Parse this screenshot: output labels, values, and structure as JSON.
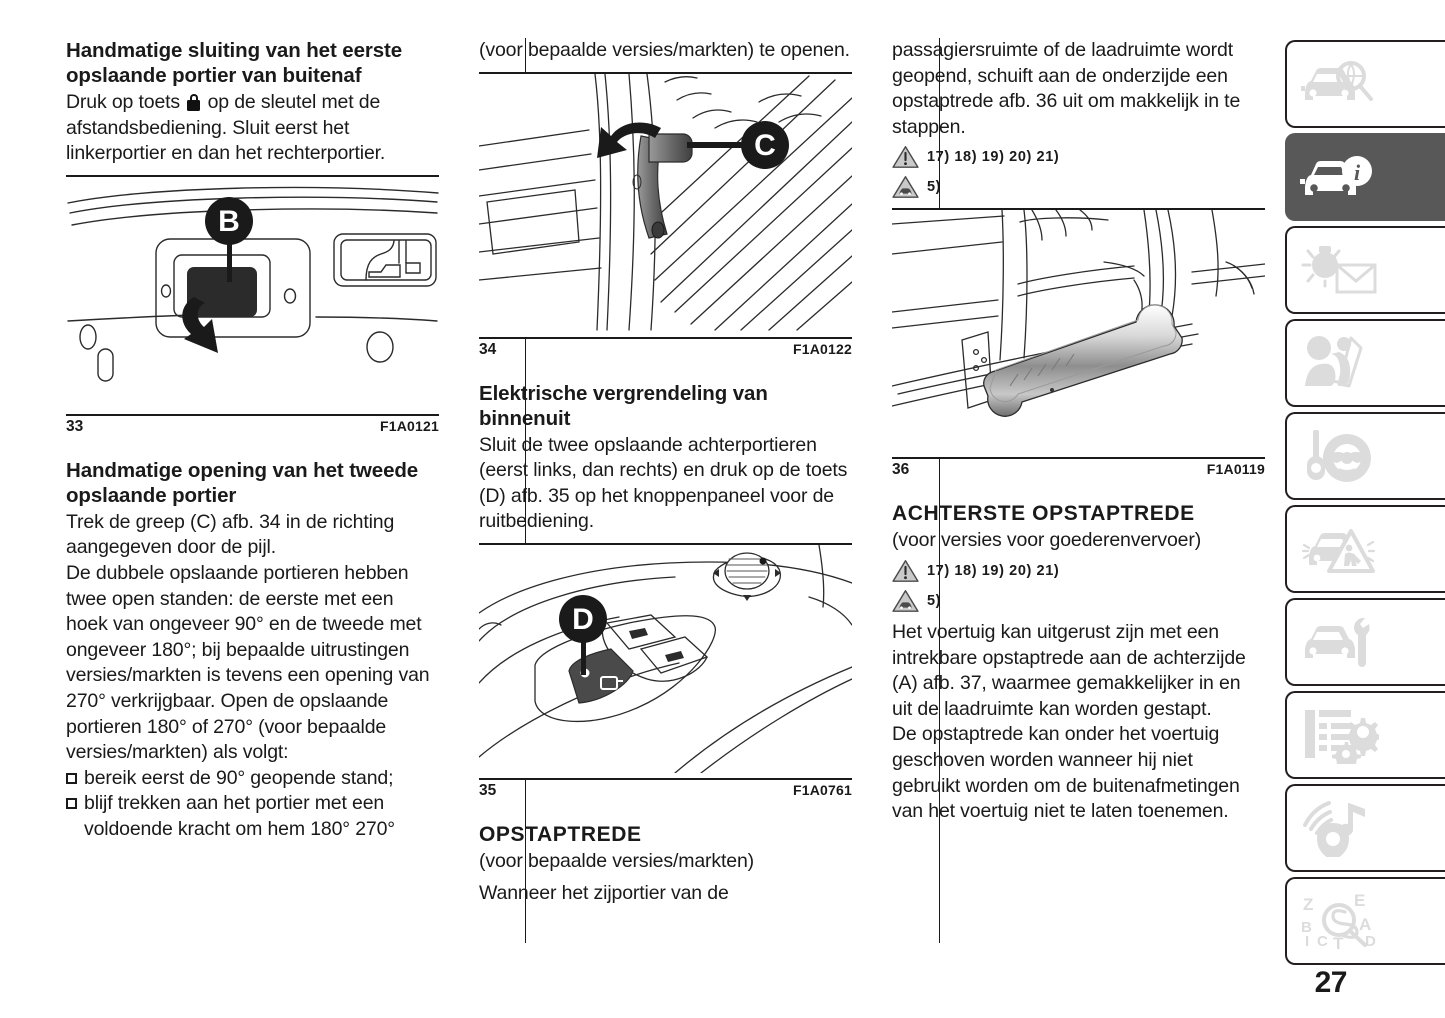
{
  "page": {
    "number": "27"
  },
  "columns": {
    "left": {
      "heading1": "Handmatige sluiting van het eerste opslaande portier van buitenaf",
      "para1_before_icon": "Druk op toets ",
      "lock_icon": "lock-icon",
      "para1_after_icon": " op de sleutel met de afstandsbediening. Sluit eerst het linkerportier en dan het rechterportier.",
      "figure33": {
        "number": "33",
        "code": "F1A0121",
        "callout": "B"
      },
      "heading2": "Handmatige opening van het tweede opslaande portier",
      "para2": "Trek de greep (C) afb. 34 in de richting aangegeven door de pijl.",
      "para3": "De dubbele opslaande portieren hebben twee open standen: de eerste met een hoek van ongeveer 90° en de tweede met ongeveer 180°; bij bepaalde uitrustingen versies/markten is tevens een opening van 270° verkrijgbaar. Open de opslaande portieren 180° of 270° (voor bepaalde versies/markten) als volgt:",
      "bullets": [
        "bereik eerst de 90° geopende stand;",
        "blijf trekken aan het portier met een voldoende kracht om hem 180° 270°"
      ]
    },
    "middle": {
      "para1": "(voor bepaalde versies/markten) te openen.",
      "figure34": {
        "number": "34",
        "code": "F1A0122",
        "callout": "C"
      },
      "heading1": "Elektrische vergrendeling van binnenuit",
      "para2": "Sluit de twee opslaande achterportieren (eerst links, dan rechts) en druk op de toets (D) afb. 35 op het knoppenpaneel voor de ruitbediening.",
      "figure35": {
        "number": "35",
        "code": "F1A0761",
        "callout": "D"
      },
      "heading2": "OPSTAPTREDE",
      "para3": "(voor bepaalde versies/markten)",
      "para4": "Wanneer het zijportier van de"
    },
    "right": {
      "para1": "passagiersruimte of de laadruimte wordt geopend, schuift aan de onderzijde een opstaptrede afb. 36 uit om makkelijk in te stappen.",
      "warnings_top": [
        {
          "icon": "warning-triangle-icon",
          "refs": "17)  18)  19)  20)  21)"
        },
        {
          "icon": "caution-vehicle-triangle-icon",
          "refs": "5)"
        }
      ],
      "figure36": {
        "number": "36",
        "code": "F1A0119"
      },
      "heading1": "ACHTERSTE OPSTAPTREDE",
      "para2": "(voor versies voor goederenvervoer)",
      "warnings_bottom": [
        {
          "icon": "warning-triangle-icon",
          "refs": "17)  18)  19)  20)  21)"
        },
        {
          "icon": "caution-vehicle-triangle-icon",
          "refs": "5)"
        }
      ],
      "para3": "Het voertuig kan uitgerust zijn met een intrekbare opstaptrede aan de achterzijde (A) afb. 37, waarmee gemakkelijker in en uit de laadruimte kan worden gestapt.",
      "para4": "De opstaptrede kan onder het voertuig geschoven worden wanneer hij niet gebruikt worden om de buitenafmetingen van het voertuig niet te laten toenemen."
    }
  },
  "sidebar": {
    "tabs": [
      {
        "name": "tab-vehicle-overview",
        "icon": "car-magnifier-icon",
        "active": false
      },
      {
        "name": "tab-vehicle-info",
        "icon": "car-info-icon",
        "active": true
      },
      {
        "name": "tab-lights-signals",
        "icon": "sun-envelope-icon",
        "active": false
      },
      {
        "name": "tab-safety",
        "icon": "seatbelt-passenger-icon",
        "active": false
      },
      {
        "name": "tab-starting-driving",
        "icon": "key-steering-wheel-icon",
        "active": false
      },
      {
        "name": "tab-emergency",
        "icon": "car-warning-triangle-icon",
        "active": false
      },
      {
        "name": "tab-maintenance",
        "icon": "car-wrench-icon",
        "active": false
      },
      {
        "name": "tab-technical-specs",
        "icon": "document-gears-icon",
        "active": false
      },
      {
        "name": "tab-multimedia",
        "icon": "signal-music-icon",
        "active": false
      },
      {
        "name": "tab-index",
        "icon": "alphabet-magnifier-icon",
        "active": false
      }
    ]
  },
  "colors": {
    "ink": "#1a1a1a",
    "active_tab_bg": "#585858",
    "icon_gray": "#dcdcdc",
    "tab_border": "#231f20"
  }
}
